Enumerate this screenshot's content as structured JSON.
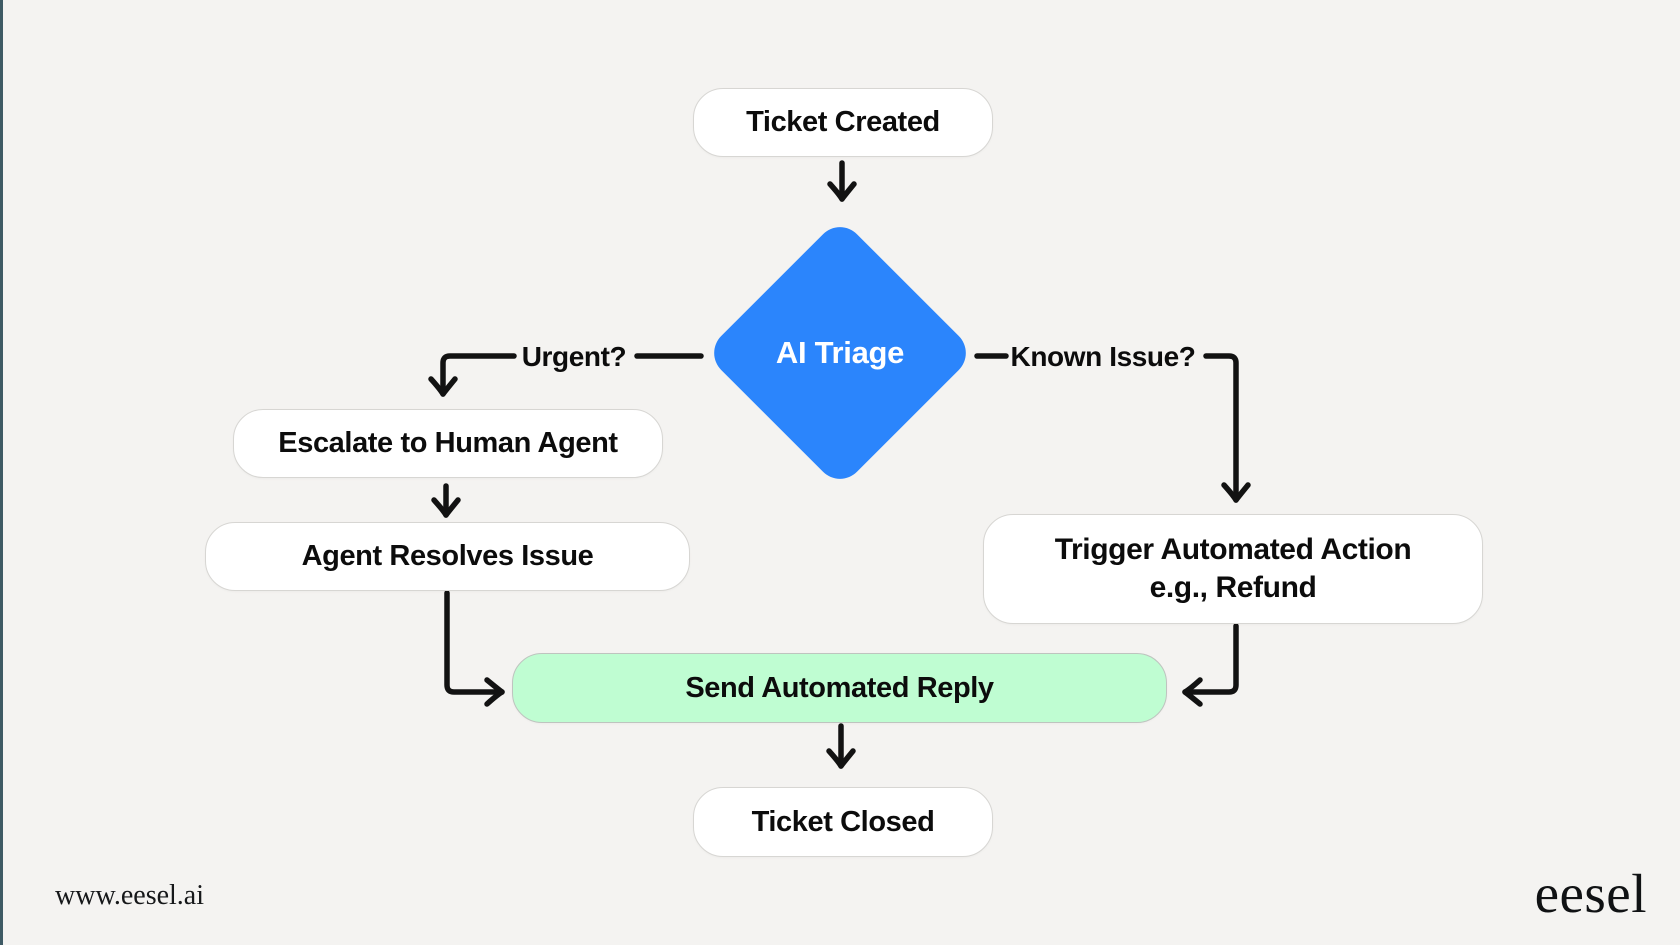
{
  "diagram": {
    "title_hint": "AI ticket triage flowchart",
    "nodes": {
      "ticket_created": {
        "label": "Ticket Created"
      },
      "ai_triage": {
        "label": "AI Triage"
      },
      "escalate": {
        "label": "Escalate to Human Agent"
      },
      "agent_resolves": {
        "label": "Agent Resolves Issue"
      },
      "trigger_action": {
        "line1": "Trigger Automated Action",
        "line2": "e.g., Refund"
      },
      "send_reply": {
        "label": "Send Automated Reply"
      },
      "ticket_closed": {
        "label": "Ticket Closed"
      }
    },
    "edge_labels": {
      "urgent": "Urgent?",
      "known_issue": "Known Issue?"
    },
    "colors": {
      "background": "#f4f3f1",
      "decision_fill": "#2b85fc",
      "decision_text": "#ffffff",
      "highlight_fill": "#bffdd2",
      "node_fill": "#ffffff",
      "node_border": "#d7d6d3",
      "arrow": "#121212",
      "left_edge_strip": "#3e5a64"
    }
  },
  "footer": {
    "website": "www.eesel.ai",
    "brand": "eesel"
  }
}
